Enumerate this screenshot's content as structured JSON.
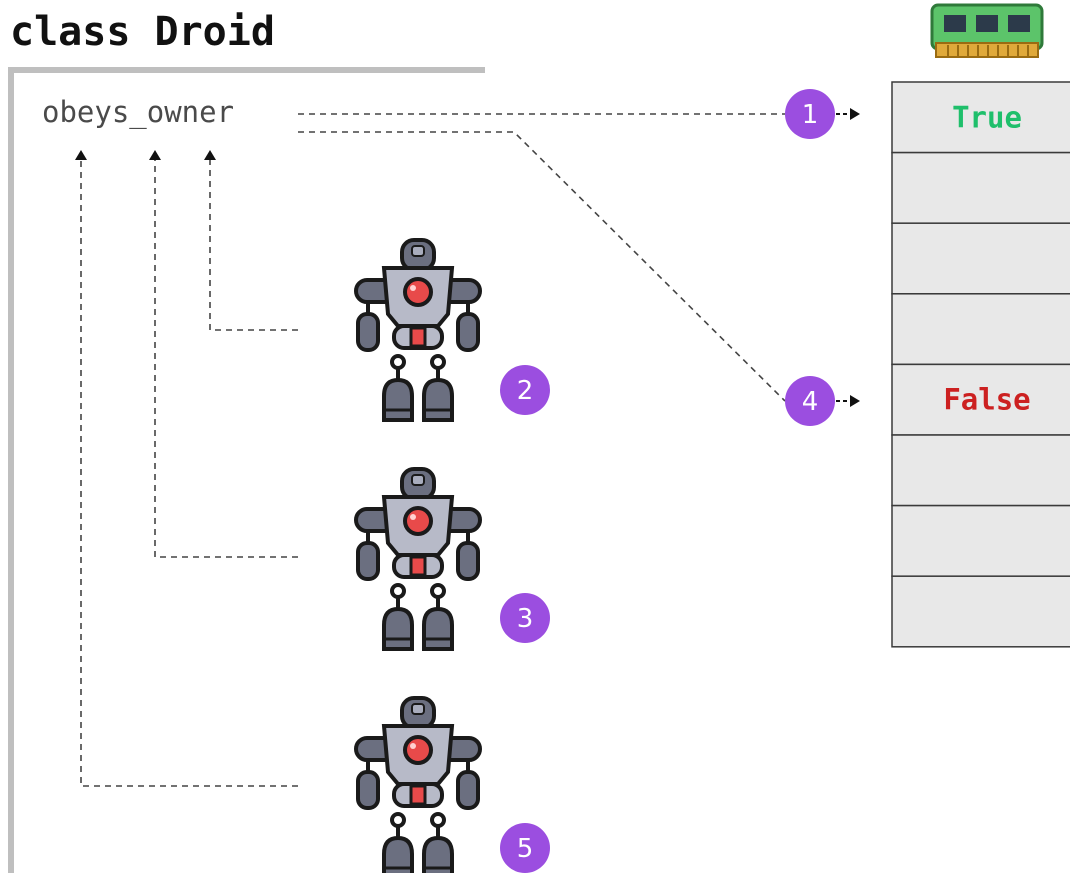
{
  "diagram": {
    "class_title": "class Droid",
    "attribute_name": "obeys_owner",
    "memory": {
      "icon": "ram-chip-icon",
      "cells": [
        "True",
        "",
        "",
        "",
        "False",
        "",
        "",
        ""
      ],
      "true_color": "#1fbf6b",
      "false_color": "#cc2020",
      "cell_fill": "#e8e8e8"
    },
    "badges": {
      "step1": "1",
      "step2": "2",
      "step3": "3",
      "step4": "4",
      "step5": "5",
      "color": "#9b4ee0"
    },
    "robots": [
      "robot-icon",
      "robot-icon",
      "robot-icon"
    ]
  }
}
